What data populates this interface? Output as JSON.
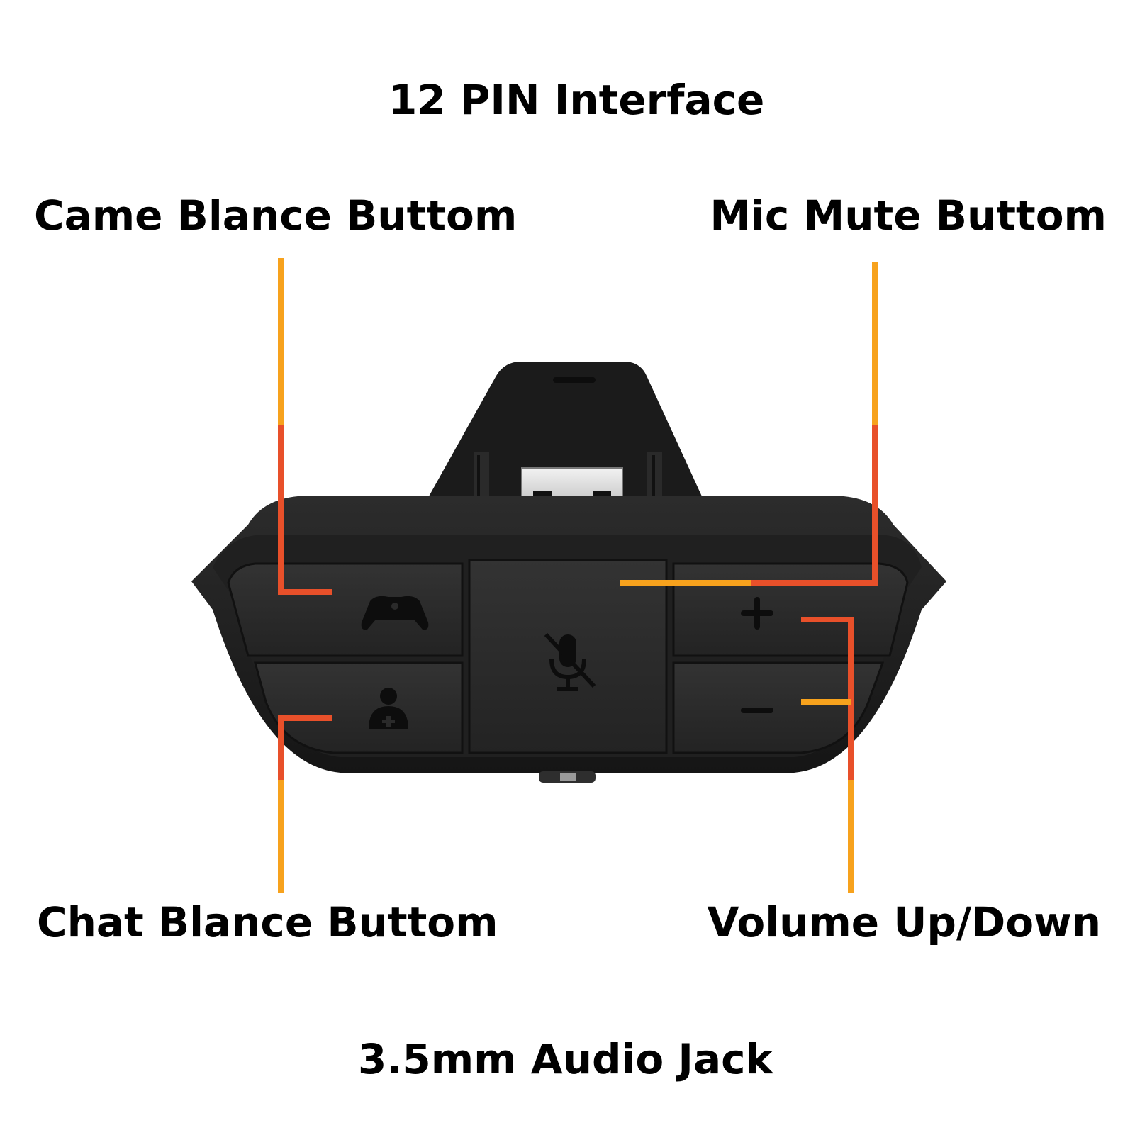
{
  "labels": {
    "pin_interface": "12 PIN Interface",
    "game_balance": "Came Blance Buttom",
    "mic_mute": "Mic Mute Buttom",
    "chat_balance": "Chat Blance Buttom",
    "volume": "Volume Up/Down",
    "audio_jack": "3.5mm Audio Jack"
  },
  "colors": {
    "leader_line_top": "#f7a21d",
    "leader_line_bottom": "#e8502a",
    "device_body": "#1e1e1e",
    "button_face": "#2a2a2a",
    "icon": "#0d0d0d",
    "label_text": "#000000"
  },
  "icons": [
    "controller-icon",
    "chat-person-icon",
    "mic-mute-icon",
    "plus-icon",
    "minus-icon"
  ]
}
